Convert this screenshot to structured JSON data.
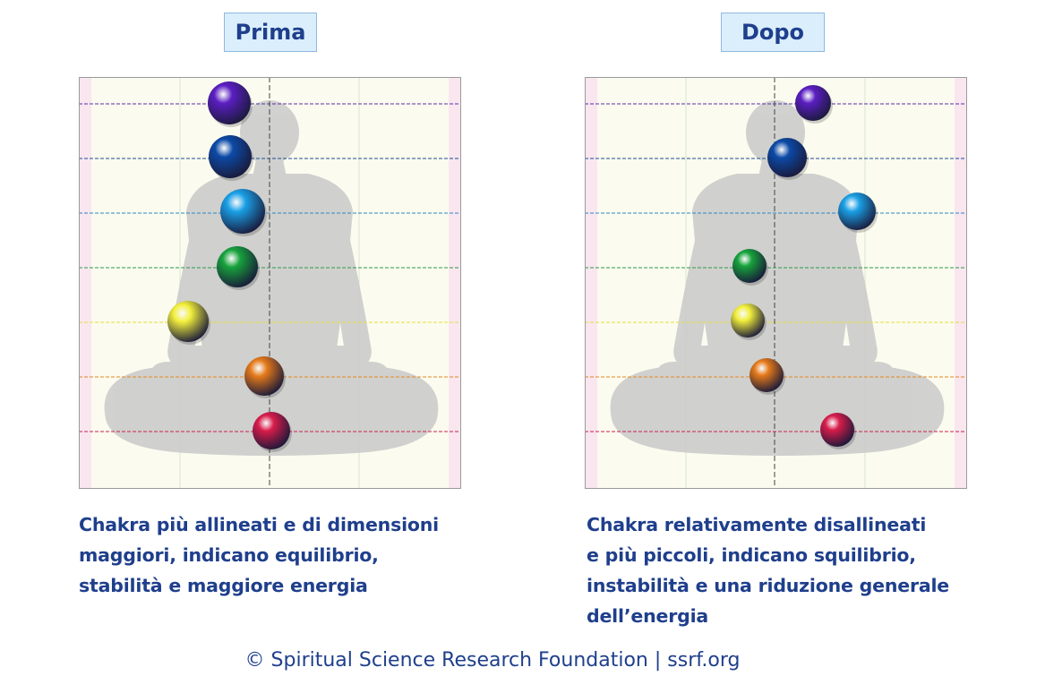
{
  "panels": {
    "left": {
      "title": "Prima",
      "caption": [
        "Chakra più allineati e di dimensioni",
        "maggiori, indicano equilibrio,",
        "stabilità e maggiore energia"
      ]
    },
    "right": {
      "title": "Dopo",
      "caption": [
        "Chakra relativamente disallineati",
        "e più piccoli, indicano squilibrio,",
        "instabilità e una riduzione generale",
        "dell’energia"
      ]
    }
  },
  "footer": "© Spiritual Science Research Foundation | ssrf.org",
  "colors": {
    "text": "#1f3f8c",
    "label_bg": "#dbeefc",
    "label_border": "#8fb9e2",
    "silhouette": "#c9c9c9",
    "chakra_lines": [
      "#5b2fa8",
      "#1c4f97",
      "#2c87c4",
      "#2f9a4a",
      "#e3df3a",
      "#e5871f",
      "#c8234e"
    ],
    "chakras": [
      "#5b1ec2",
      "#0c4aa6",
      "#1aa0e6",
      "#17a33c",
      "#f2ef3c",
      "#e57a1a",
      "#d81c4a"
    ]
  },
  "icons": [
    "meditating-figure-silhouette",
    "chakra-sphere"
  ]
}
